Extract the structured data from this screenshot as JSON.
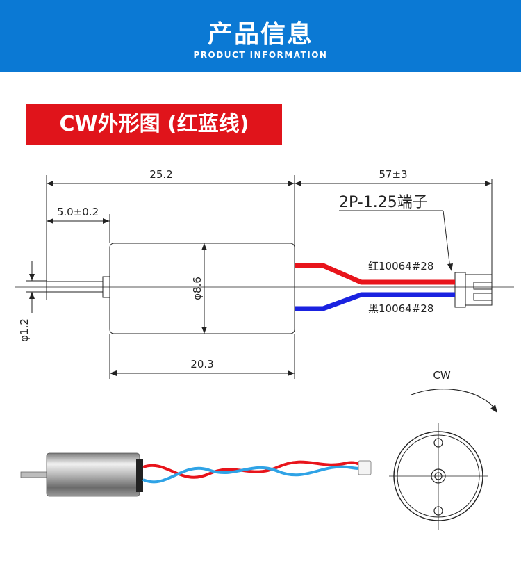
{
  "header": {
    "title": "产品信息",
    "subtitle": "PRODUCT INFORMATION"
  },
  "section": {
    "label": "CW外形图 (红蓝线)"
  },
  "drawing": {
    "dims": {
      "total_length": "25.2",
      "shaft_length": "5.0±0.2",
      "lead_length": "57±3",
      "body_length": "20.3",
      "body_diameter": "φ8.6",
      "shaft_diameter": "φ1.2"
    },
    "connector_label": "2P-1.25端子",
    "wire_red_label": "红10064#28",
    "wire_black_label": "黑10064#28",
    "rotation_label": "CW"
  },
  "colors": {
    "banner": "#0b79d4",
    "section_label": "#e0141b",
    "wire_red": "#e8141b",
    "wire_blue": "#1a22e0"
  }
}
